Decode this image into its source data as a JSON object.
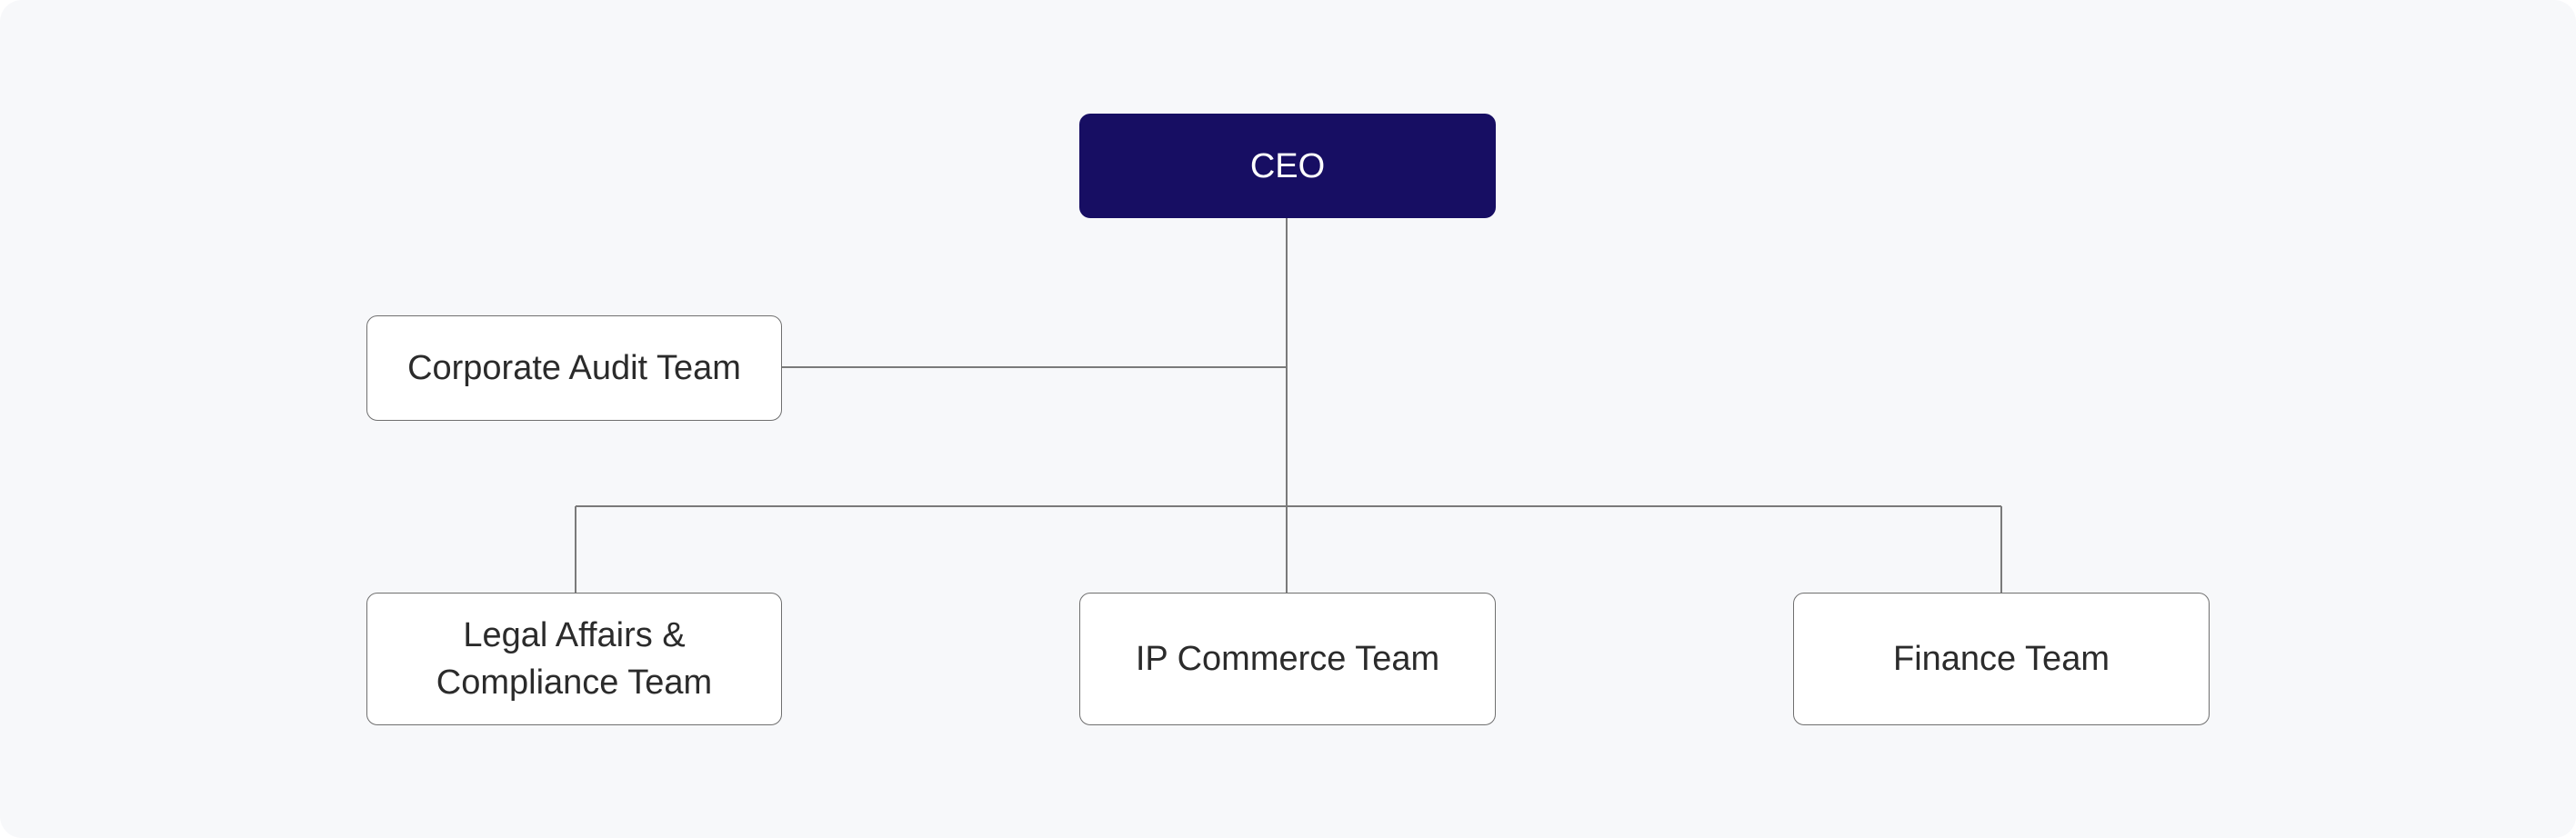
{
  "org_chart": {
    "root": {
      "label": "CEO"
    },
    "staff": {
      "label": "Corporate Audit Team"
    },
    "departments": [
      {
        "label": "Legal Affairs &\nCompliance Team"
      },
      {
        "label": "IP Commerce Team"
      },
      {
        "label": "Finance Team"
      }
    ]
  },
  "colors": {
    "background": "#f7f8fa",
    "root_fill": "#170e63",
    "root_text": "#ffffff",
    "node_fill": "#ffffff",
    "node_border": "#6f6f6f",
    "connector": "#7a7a7a",
    "text": "#2b2b2b"
  }
}
